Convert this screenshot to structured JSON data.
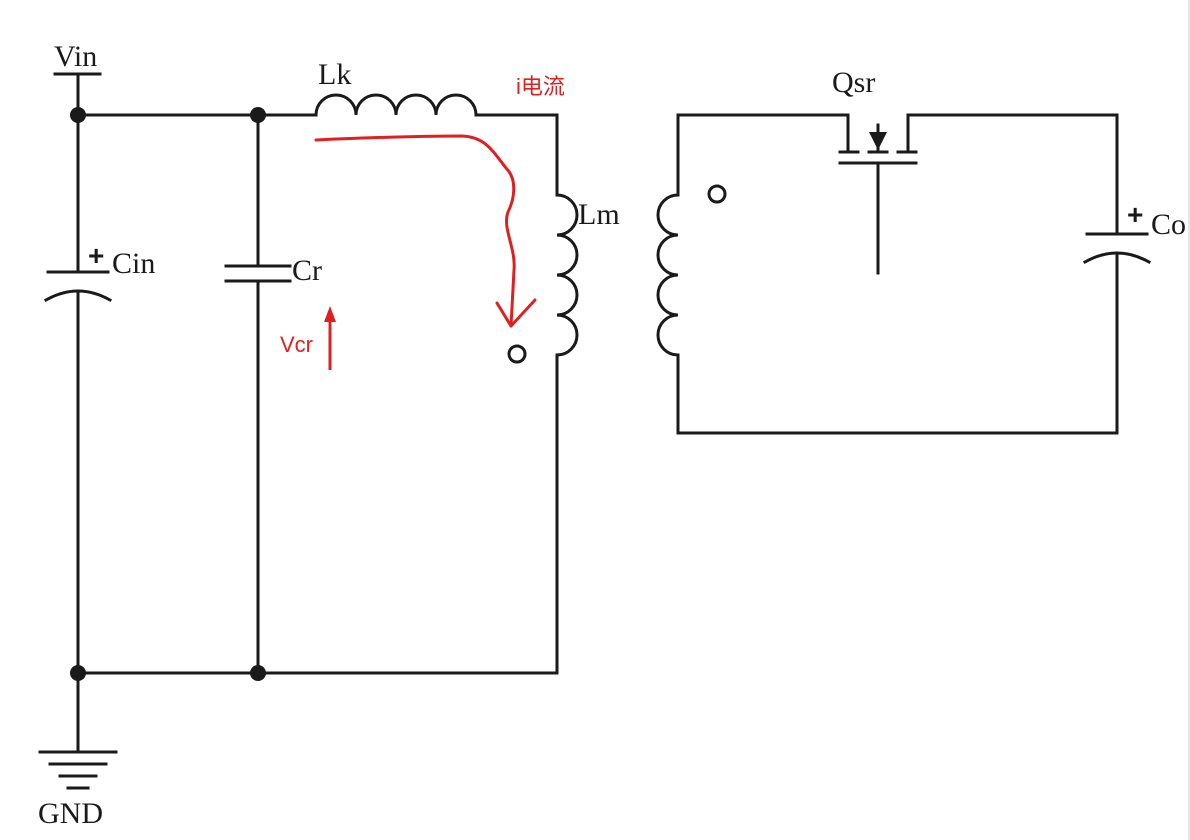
{
  "diagram": {
    "components": {
      "vin": "Vin",
      "gnd": "GND",
      "cin": "Cin",
      "cr": "Cr",
      "lk": "Lk",
      "lm": "Lm",
      "qsr": "Qsr",
      "co": "Co"
    },
    "polarity_marks": {
      "cin": "+",
      "co": "+"
    },
    "annotations": {
      "current": "i电流",
      "vcr": "Vcr"
    },
    "colors": {
      "wire": "#1a1a1a",
      "annotation": "#e02020",
      "background": "#ffffff"
    }
  }
}
